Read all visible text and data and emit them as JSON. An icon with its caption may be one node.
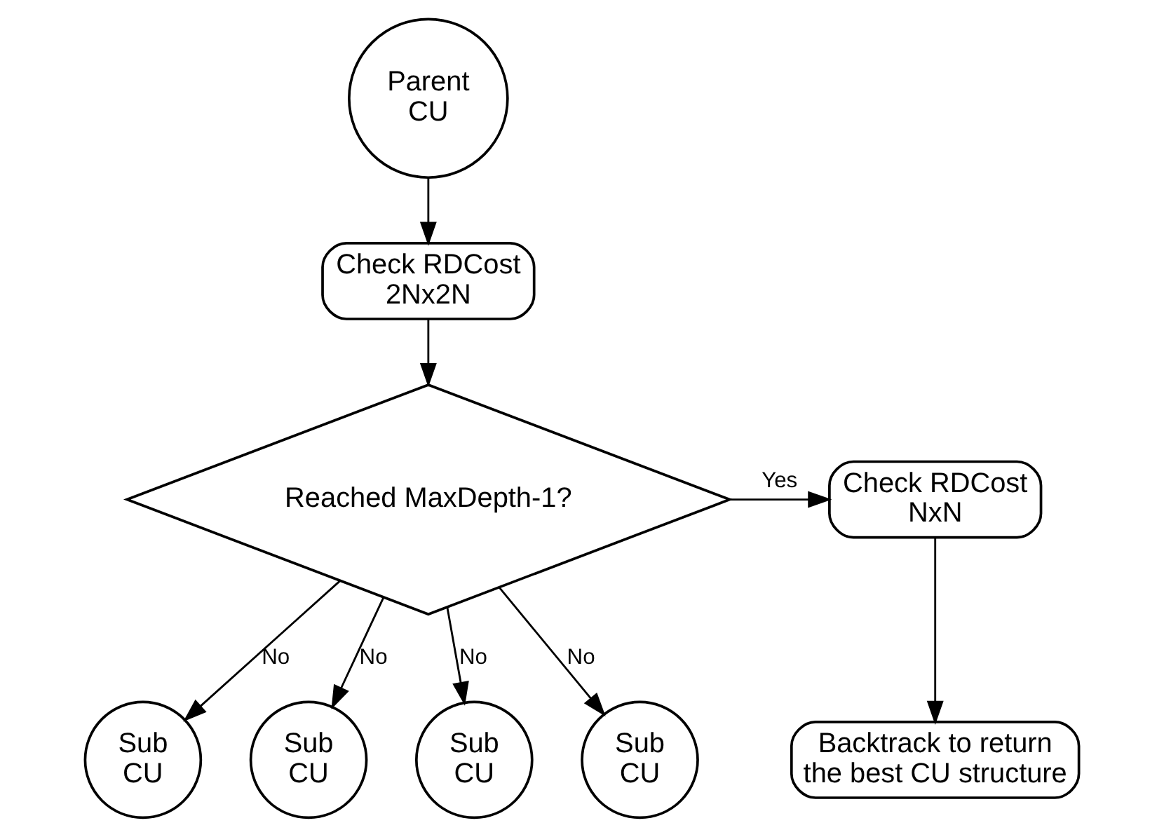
{
  "diagram": {
    "nodes": [
      {
        "text": [
          "Parent CU"
        ]
      },
      {
        "text": [
          "Check RDCost 2Nx2N"
        ]
      },
      {
        "text": [
          "Reached MaxDepth-1?"
        ]
      },
      {
        "text": [
          "Check RDCost NxN"
        ]
      },
      {
        "text": [
          "Backtrack to return the best CU structure"
        ]
      },
      {
        "text": [
          "Sub CU"
        ]
      },
      {
        "text": [
          "Sub CU"
        ]
      },
      {
        "text": [
          "Sub CU"
        ]
      },
      {
        "text": [
          "Sub CU"
        ]
      }
    ],
    "edges": [
      {
        "from": 0,
        "to": 1,
        "arrow": "to"
      },
      {
        "from": 1,
        "to": 2,
        "arrow": "to"
      },
      {
        "from": 2,
        "to": 3,
        "arrow": "to",
        "label": "Yes"
      },
      {
        "from": 3,
        "to": 4,
        "arrow": "to"
      },
      {
        "from": 2,
        "to": 5,
        "arrow": "to",
        "label": "No"
      },
      {
        "from": 2,
        "to": 6,
        "arrow": "to",
        "label": "No"
      },
      {
        "from": 2,
        "to": 7,
        "arrow": "to",
        "label": "No"
      },
      {
        "from": 2,
        "to": 8,
        "arrow": "to",
        "label": "No"
      }
    ]
  }
}
